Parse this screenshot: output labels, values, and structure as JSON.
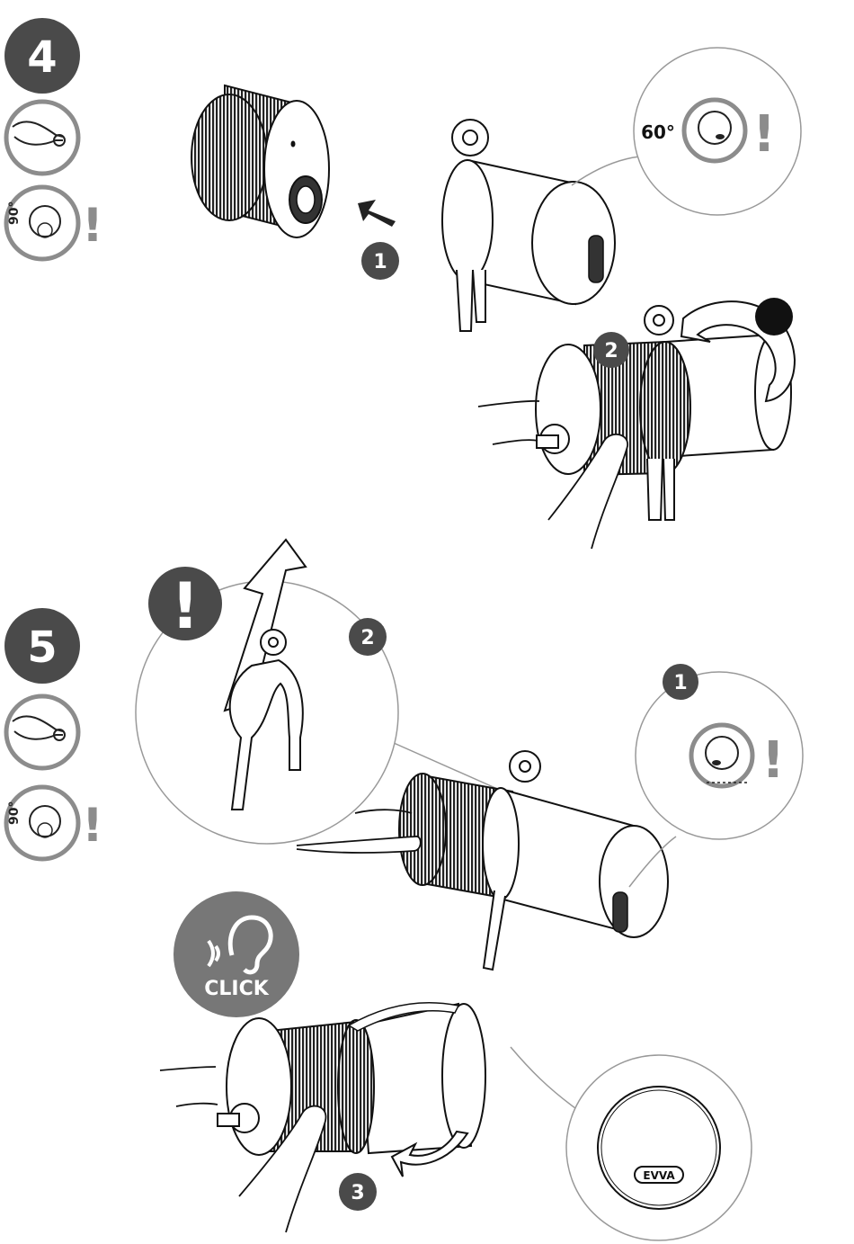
{
  "steps": {
    "step4": {
      "number": "4",
      "rotation_label": "90°",
      "alert_mark": "!"
    },
    "step5": {
      "number": "5",
      "rotation_label": "90°",
      "alert_mark": "!"
    }
  },
  "substeps": {
    "s4_1": "1",
    "s4_2": "2",
    "s5_1": "1",
    "s5_2": "2",
    "s5_3": "3"
  },
  "callouts": {
    "angle_label": "60°",
    "alert_mark": "!",
    "big_alert_mark": "!",
    "click_label": "CLICK",
    "brand_label": "EVVA"
  },
  "icons": {
    "tool": "pliers-icon",
    "rotation": "knob-rotation-icon",
    "hearing": "ear-icon",
    "sound": "sound-waves-icon"
  },
  "colors": {
    "dark_badge": "#4a4a4a",
    "grey_ring": "#8c8c8c",
    "line": "#1a1a1a",
    "light_grey": "#bdbdbd",
    "click_badge": "#777777"
  }
}
